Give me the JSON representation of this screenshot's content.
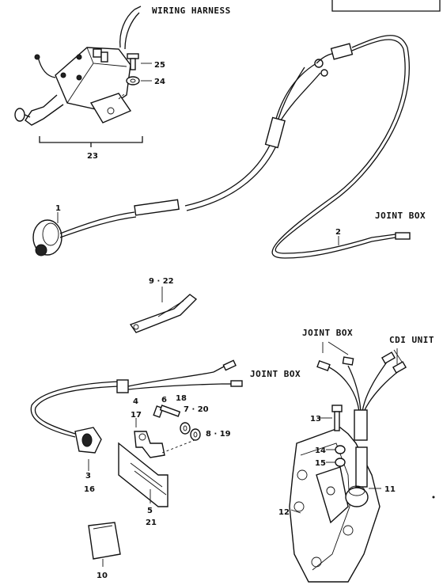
{
  "captions": {
    "wiring_harness": "WIRING HARNESS",
    "joint_box_top": "JOINT BOX",
    "joint_box_mid": "JOINT BOX",
    "joint_box_left": "JOINT BOX",
    "cdi_unit": "CDI UNIT"
  },
  "part_numbers": {
    "p1": "1",
    "p2": "2",
    "p3": "3",
    "p4": "4",
    "p5": "5",
    "p6": "6",
    "p7_20": "7 · 20",
    "p8_19": "8 · 19",
    "p9_22": "9 · 22",
    "p10": "10",
    "p11": "11",
    "p12": "12",
    "p13": "13",
    "p14": "14",
    "p15": "15",
    "p16": "16",
    "p17": "17",
    "p18": "18",
    "p21": "21",
    "p23": "23",
    "p24": "24",
    "p25": "25"
  }
}
